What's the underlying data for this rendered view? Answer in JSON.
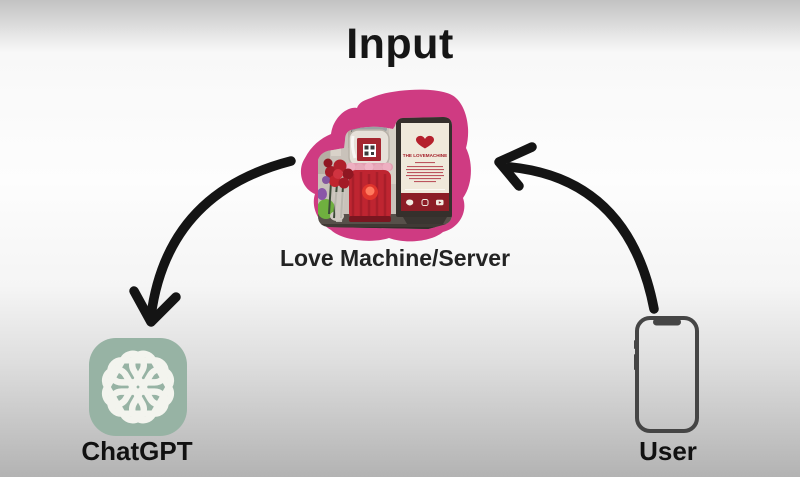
{
  "title": "Input",
  "machine": {
    "label": "Love Machine/Server",
    "sign": {
      "title": "THE LOVEMACHINE"
    }
  },
  "chatgpt": {
    "label": "ChatGPT"
  },
  "user": {
    "label": "User"
  },
  "arrows": [
    {
      "id": "machine-to-chatgpt",
      "from": "Love Machine/Server",
      "to": "ChatGPT"
    },
    {
      "id": "user-to-machine",
      "from": "User",
      "to": "Love Machine/Server"
    }
  ],
  "colors": {
    "blob_pink": "#cf3b82",
    "chatgpt_green": "#97b3a4",
    "arrow_black": "#141414"
  }
}
